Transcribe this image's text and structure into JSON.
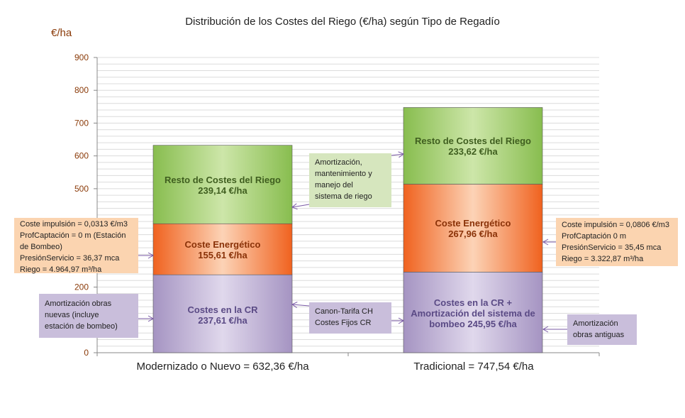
{
  "chart_data": {
    "type": "bar",
    "stacked": true,
    "title": "Distribución de los Costes del Riego (€/ha)  según Tipo de Regadío",
    "ylabel": "€/ha",
    "ylim": [
      0,
      900
    ],
    "yticks": [
      "0",
      "100",
      "200",
      "300",
      "400",
      "500",
      "600",
      "700",
      "800",
      "900"
    ],
    "grid": true,
    "categories": [
      "Modernizado  o Nuevo  = 632,36 €/ha",
      "Tradicional  = 747,54 €/ha"
    ],
    "series": [
      {
        "values": [
          237.61,
          245.95
        ],
        "labels": [
          [
            "Costes  en la CR",
            "237,61 €/ha"
          ],
          [
            "Costes  en la CR +",
            "Amortización del sistema de",
            "bombeo 245,95 €/ha"
          ]
        ],
        "color": "#b5a5cc",
        "text_color": "#5a4a85"
      },
      {
        "values": [
          155.61,
          267.96
        ],
        "labels": [
          [
            "Coste  Energético",
            "155,61 €/ha"
          ],
          [
            "Coste  Energético",
            "267,96 €/ha"
          ]
        ],
        "color": "#f4793a",
        "text_color": "#8a3208"
      },
      {
        "values": [
          239.14,
          233.62
        ],
        "labels": [
          [
            "Resto  de Costes  del Riego",
            "239,14 €/ha"
          ],
          [
            "Resto  de Costes  del Riego",
            "233,62 €/ha"
          ]
        ],
        "color": "#98c862",
        "text_color": "#3f5e1f"
      }
    ]
  },
  "annotations": {
    "coste_mod": [
      "Coste impulsión = 0,0313 €/m3",
      "ProfCaptación = 0 m (Estación",
      "de Bombeo)",
      "PresiónServicio = 36,37 mca",
      "Riego = 4.964,97  m³/ha"
    ],
    "coste_trad": [
      "Coste impulsión = 0,0806 €/m3",
      "ProfCaptación 0 m",
      "PresiónServicio = 35,45 mca",
      "Riego = 3.322,87 m³/ha"
    ],
    "amort_manten": [
      "Amortización,",
      "mantenimiento y",
      "manejo del",
      "sistema de riego"
    ],
    "amort_nuevas": [
      "Amortización obras",
      "nuevas (incluye",
      "estación de bombeo)"
    ],
    "canon": [
      "Canon-Tarifa CH",
      "Costes Fijos CR"
    ],
    "amort_antiguas": [
      "Amortización",
      "obras antiguas"
    ]
  },
  "colors": {
    "arrow": "#7a5aa6",
    "grid": "#dcdcdc",
    "axis": "#888888"
  }
}
